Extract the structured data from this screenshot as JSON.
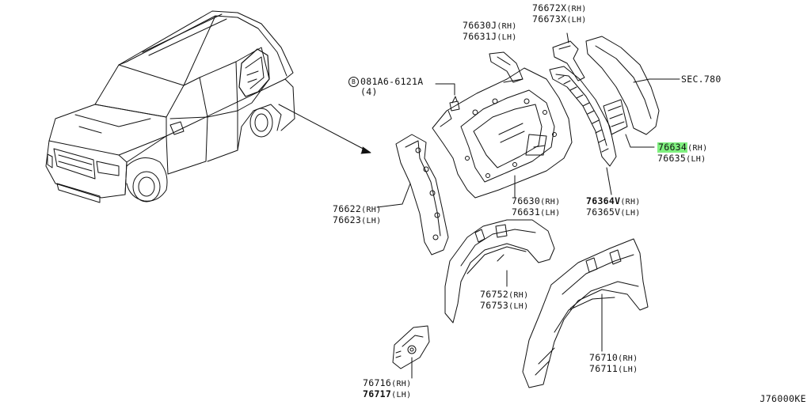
{
  "parts": [
    {
      "id": "p76672",
      "rh": "76672X",
      "lh": "76673X",
      "rh_suffix": "(RH)",
      "lh_suffix": "(LH)"
    },
    {
      "id": "p76630j",
      "rh": "76630J",
      "lh": "76631J",
      "rh_suffix": "(RH)",
      "lh_suffix": "(LH)"
    },
    {
      "id": "p76634",
      "rh": "76634",
      "lh": "76635",
      "rh_suffix": "(RH)",
      "lh_suffix": "(LH)",
      "highlighted": true
    },
    {
      "id": "p76630",
      "rh": "76630",
      "lh": "76631",
      "rh_suffix": "(RH)",
      "lh_suffix": "(LH)"
    },
    {
      "id": "p76364",
      "rh": "76364V",
      "lh": "76365V",
      "rh_suffix": "(RH)",
      "lh_suffix": "(LH)"
    },
    {
      "id": "p76622",
      "rh": "76622",
      "lh": "76623",
      "rh_suffix": "(RH)",
      "lh_suffix": "(LH)"
    },
    {
      "id": "p76752",
      "rh": "76752",
      "lh": "76753",
      "rh_suffix": "(RH)",
      "lh_suffix": "(LH)"
    },
    {
      "id": "p76716",
      "rh": "76716",
      "lh": "76717",
      "rh_suffix": "(RH)",
      "lh_suffix": "(LH)"
    },
    {
      "id": "p76710",
      "rh": "76710",
      "lh": "76711",
      "rh_suffix": "(RH)",
      "lh_suffix": "(LH)"
    }
  ],
  "bolt": {
    "symbol": "B",
    "part": "081A6-6121A",
    "qty": "(4)"
  },
  "section_ref": "SEC.780",
  "diagram_code": "J76000KE",
  "highlight_color": "#7ff07f",
  "line_color": "#111111"
}
